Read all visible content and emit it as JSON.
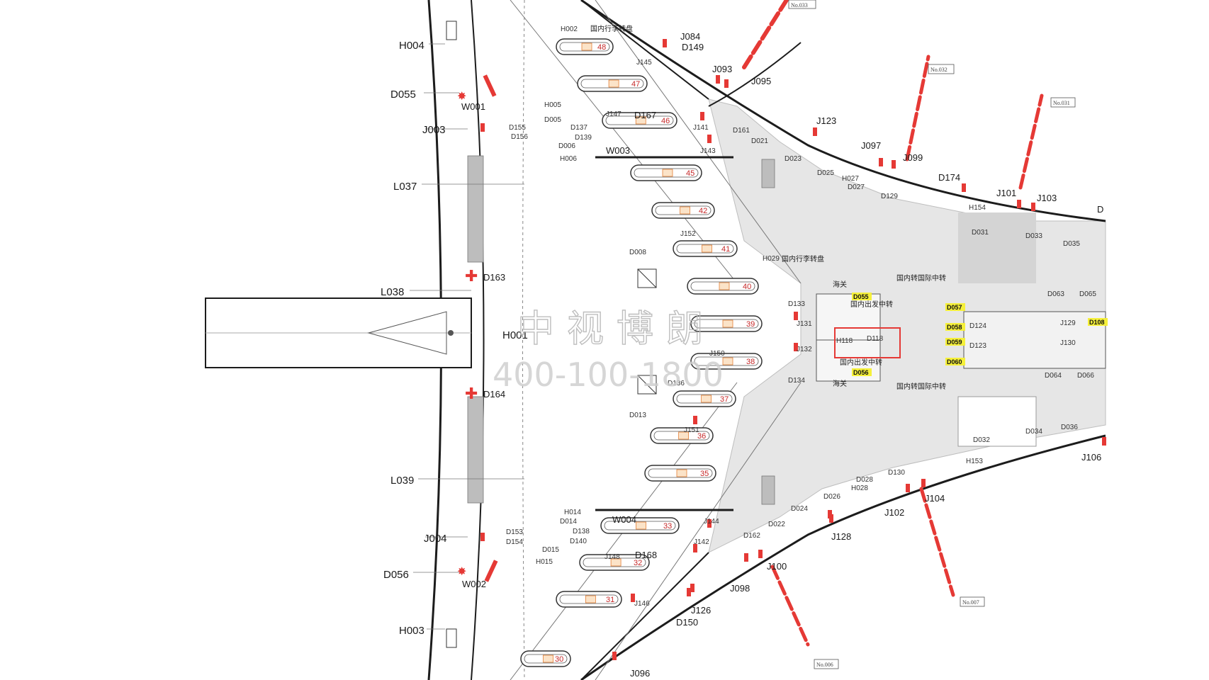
{
  "watermark": {
    "brand": "中视博朗",
    "phone": "400-100-1800"
  },
  "colors": {
    "accent_red": "#e53935",
    "highlight_yellow": "#f5f03a",
    "concourse_gray": "#e4e4e4",
    "line": "#1c1c1c"
  },
  "chinese_labels": {
    "customs": "海关",
    "transfer": "国内转国际中转",
    "domestic_gate": "国内出发中转",
    "baggage": "国内行李转盘"
  },
  "markers": [
    {
      "id": "h004",
      "text": "H004"
    },
    {
      "id": "d055",
      "text": "D055"
    },
    {
      "id": "w001",
      "text": "W001"
    },
    {
      "id": "j003",
      "text": "J003"
    },
    {
      "id": "l037",
      "text": "L037"
    },
    {
      "id": "l038",
      "text": "L038"
    },
    {
      "id": "d163",
      "text": "D163"
    },
    {
      "id": "h001",
      "text": "H001"
    },
    {
      "id": "d164",
      "text": "D164"
    },
    {
      "id": "l039",
      "text": "L039"
    },
    {
      "id": "j004",
      "text": "J004"
    },
    {
      "id": "d056",
      "text": "D056"
    },
    {
      "id": "w002",
      "text": "W002"
    },
    {
      "id": "h003",
      "text": "H003"
    },
    {
      "id": "j084",
      "text": "J084"
    },
    {
      "id": "d149",
      "text": "D149"
    },
    {
      "id": "j093",
      "text": "J093"
    },
    {
      "id": "j095",
      "text": "J095"
    },
    {
      "id": "j123",
      "text": "J123"
    },
    {
      "id": "j097",
      "text": "J097"
    },
    {
      "id": "j099",
      "text": "J099"
    },
    {
      "id": "d174",
      "text": "D174"
    },
    {
      "id": "j101",
      "text": "J101"
    },
    {
      "id": "j103",
      "text": "J103"
    },
    {
      "id": "d167",
      "text": "D167"
    },
    {
      "id": "w003",
      "text": "W003"
    },
    {
      "id": "w004",
      "text": "W004"
    },
    {
      "id": "d168",
      "text": "D168"
    },
    {
      "id": "j126",
      "text": "J126"
    },
    {
      "id": "d150",
      "text": "D150"
    },
    {
      "id": "j096",
      "text": "J096"
    },
    {
      "id": "j098",
      "text": "J098"
    },
    {
      "id": "j100",
      "text": "J100"
    },
    {
      "id": "j128",
      "text": "J128"
    },
    {
      "id": "j102",
      "text": "J102"
    },
    {
      "id": "j104",
      "text": "J104"
    },
    {
      "id": "j106",
      "text": "J106"
    },
    {
      "id": "d_edge",
      "text": "D"
    }
  ],
  "small_labels": [
    {
      "id": "h002",
      "text": "H002"
    },
    {
      "id": "j145",
      "text": "J145"
    },
    {
      "id": "h005",
      "text": "H005"
    },
    {
      "id": "d005",
      "text": "D005"
    },
    {
      "id": "d137",
      "text": "D137"
    },
    {
      "id": "d155",
      "text": "D155"
    },
    {
      "id": "d156",
      "text": "D156"
    },
    {
      "id": "d139",
      "text": "D139"
    },
    {
      "id": "d006",
      "text": "D006"
    },
    {
      "id": "h006",
      "text": "H006"
    },
    {
      "id": "j147",
      "text": "J147"
    },
    {
      "id": "j141",
      "text": "J141"
    },
    {
      "id": "j143",
      "text": "J143"
    },
    {
      "id": "j152",
      "text": "J152"
    },
    {
      "id": "d008",
      "text": "D008"
    },
    {
      "id": "h029",
      "text": "H029"
    },
    {
      "id": "d161",
      "text": "D161"
    },
    {
      "id": "d021",
      "text": "D021"
    },
    {
      "id": "d023",
      "text": "D023"
    },
    {
      "id": "d025",
      "text": "D025"
    },
    {
      "id": "h027",
      "text": "H027"
    },
    {
      "id": "d027",
      "text": "D027"
    },
    {
      "id": "d129",
      "text": "D129"
    },
    {
      "id": "h154",
      "text": "H154"
    },
    {
      "id": "d031",
      "text": "D031"
    },
    {
      "id": "d033",
      "text": "D033"
    },
    {
      "id": "d035",
      "text": "D035"
    },
    {
      "id": "d133",
      "text": "D133"
    },
    {
      "id": "j131",
      "text": "J131"
    },
    {
      "id": "j132",
      "text": "J132"
    },
    {
      "id": "d134",
      "text": "D134"
    },
    {
      "id": "j150",
      "text": "J150"
    },
    {
      "id": "d136",
      "text": "D136"
    },
    {
      "id": "d013",
      "text": "D013"
    },
    {
      "id": "j151",
      "text": "J151"
    },
    {
      "id": "d063",
      "text": "D063"
    },
    {
      "id": "d065",
      "text": "D065"
    },
    {
      "id": "d124",
      "text": "D124"
    },
    {
      "id": "j129",
      "text": "J129"
    },
    {
      "id": "d123",
      "text": "D123"
    },
    {
      "id": "j130",
      "text": "J130"
    },
    {
      "id": "d064",
      "text": "D064"
    },
    {
      "id": "d066",
      "text": "D066"
    },
    {
      "id": "h118",
      "text": "H118"
    },
    {
      "id": "d118",
      "text": "D118"
    },
    {
      "id": "d032",
      "text": "D032"
    },
    {
      "id": "d034",
      "text": "D034"
    },
    {
      "id": "d036",
      "text": "D036"
    },
    {
      "id": "h153",
      "text": "H153"
    },
    {
      "id": "d130",
      "text": "D130"
    },
    {
      "id": "d028",
      "text": "D028"
    },
    {
      "id": "h028",
      "text": "H028"
    },
    {
      "id": "d026",
      "text": "D026"
    },
    {
      "id": "d024",
      "text": "D024"
    },
    {
      "id": "d022",
      "text": "D022"
    },
    {
      "id": "d162",
      "text": "D162"
    },
    {
      "id": "h014",
      "text": "H014"
    },
    {
      "id": "d014",
      "text": "D014"
    },
    {
      "id": "d138",
      "text": "D138"
    },
    {
      "id": "d153",
      "text": "D153"
    },
    {
      "id": "d154",
      "text": "D154"
    },
    {
      "id": "d015",
      "text": "D015"
    },
    {
      "id": "d140",
      "text": "D140"
    },
    {
      "id": "h015",
      "text": "H015"
    },
    {
      "id": "j144",
      "text": "J144"
    },
    {
      "id": "j142",
      "text": "J142"
    },
    {
      "id": "j148",
      "text": "J148"
    },
    {
      "id": "j146",
      "text": "J146"
    }
  ],
  "highlight_tags": [
    {
      "id": "d055b",
      "text": "D055"
    },
    {
      "id": "d057",
      "text": "D057"
    },
    {
      "id": "d058",
      "text": "D058"
    },
    {
      "id": "d059",
      "text": "D059"
    },
    {
      "id": "d060",
      "text": "D060"
    },
    {
      "id": "d056b",
      "text": "D056"
    },
    {
      "id": "d108",
      "text": "D108"
    }
  ],
  "boxed_tags": [
    {
      "id": "no033",
      "text": "No.033"
    },
    {
      "id": "no032",
      "text": "No.032"
    },
    {
      "id": "no031",
      "text": "No.031"
    },
    {
      "id": "no007",
      "text": "No.007"
    },
    {
      "id": "no006",
      "text": "No.006"
    }
  ],
  "carousels": [
    {
      "id": "c48",
      "number": "48"
    },
    {
      "id": "c47",
      "number": "47"
    },
    {
      "id": "c46",
      "number": "46"
    },
    {
      "id": "c45",
      "number": "45"
    },
    {
      "id": "c42",
      "number": "42"
    },
    {
      "id": "c41",
      "number": "41"
    },
    {
      "id": "c40",
      "number": "40"
    },
    {
      "id": "c39",
      "number": "39"
    },
    {
      "id": "c38",
      "number": "38"
    },
    {
      "id": "c37",
      "number": "37"
    },
    {
      "id": "c36",
      "number": "36"
    },
    {
      "id": "c35",
      "number": "35"
    },
    {
      "id": "c33",
      "number": "33"
    },
    {
      "id": "c32",
      "number": "32"
    },
    {
      "id": "c31",
      "number": "31"
    },
    {
      "id": "c30",
      "number": "30"
    }
  ]
}
